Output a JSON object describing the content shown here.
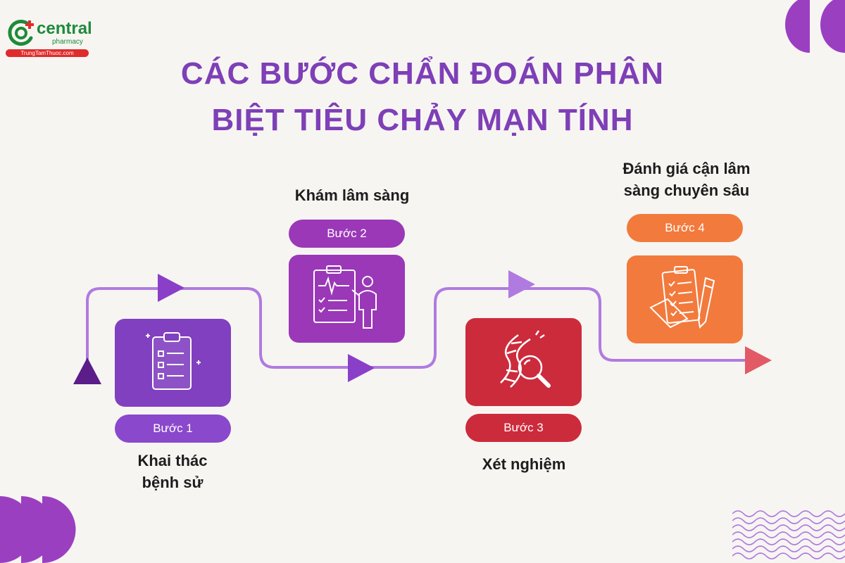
{
  "logo": {
    "name": "central",
    "sub": "pharmacy",
    "url": "TrungTamThuoc.com"
  },
  "title": {
    "line1": "CÁC BƯỚC CHẨN ĐOÁN PHÂN",
    "line2": "BIỆT TIÊU CHẢY MẠN TÍNH"
  },
  "steps": [
    {
      "badge": "Bước 1",
      "label_line1": "Khai thác",
      "label_line2": "bệnh sử",
      "color": "#8040c0",
      "icon": "clipboard-checklist-icon"
    },
    {
      "badge": "Bước 2",
      "label_line1": "Khám lâm sàng",
      "label_line2": "",
      "color": "#9a38b8",
      "icon": "doctor-chart-icon"
    },
    {
      "badge": "Bước 3",
      "label_line1": "Xét nghiệm",
      "label_line2": "",
      "color": "#cc2b3c",
      "icon": "dna-magnifier-icon"
    },
    {
      "badge": "Bước 4",
      "label_line1": "Đánh giá cận lâm",
      "label_line2": "sàng chuyên sâu",
      "color": "#f27a3c",
      "icon": "checklist-pencil-icon"
    }
  ],
  "colors": {
    "title": "#7e3fb7",
    "path": "#b07be0",
    "decor": "#9b3fc1"
  }
}
